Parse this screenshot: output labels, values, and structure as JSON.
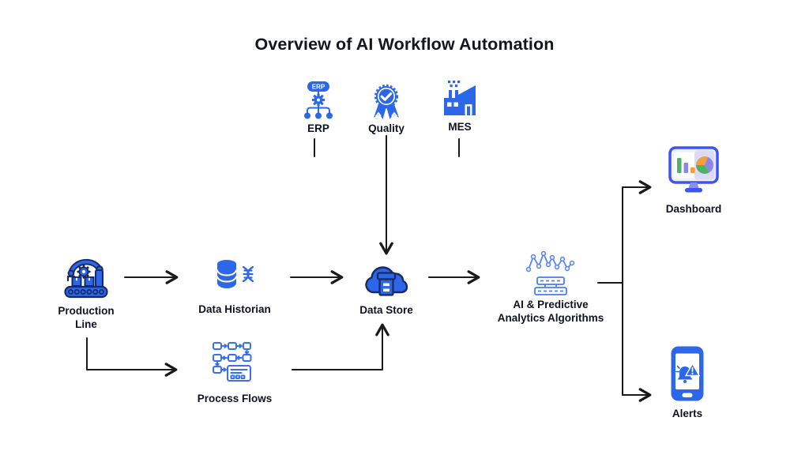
{
  "title": "Overview of AI Workflow Automation",
  "colors": {
    "icon_blue": "#2b67e8",
    "icon_navy": "#1b2a5e",
    "icon_outline_blue": "#3a6ff0",
    "icon_light_blue": "#5b87f2",
    "connector_black": "#1a1a1a",
    "dashboard_green": "#4db364",
    "dashboard_purple": "#8d86e8",
    "dashboard_orange": "#f2a03d",
    "monitor_frame_blue": "#3d55ee"
  },
  "nodes": {
    "erp": {
      "label": "ERP",
      "badge_text": "ERP"
    },
    "quality": {
      "label": "Quality"
    },
    "mes": {
      "label": "MES"
    },
    "production_line": {
      "line1": "Production",
      "line2": "Line"
    },
    "data_historian": {
      "label": "Data Historian"
    },
    "process_flows": {
      "label": "Process Flows"
    },
    "data_store": {
      "label": "Data Store"
    },
    "ai_predictive": {
      "line1": "AI & Predictive",
      "line2": "Analytics Algorithms"
    },
    "dashboard": {
      "label": "Dashboard"
    },
    "alerts": {
      "label": "Alerts"
    }
  }
}
